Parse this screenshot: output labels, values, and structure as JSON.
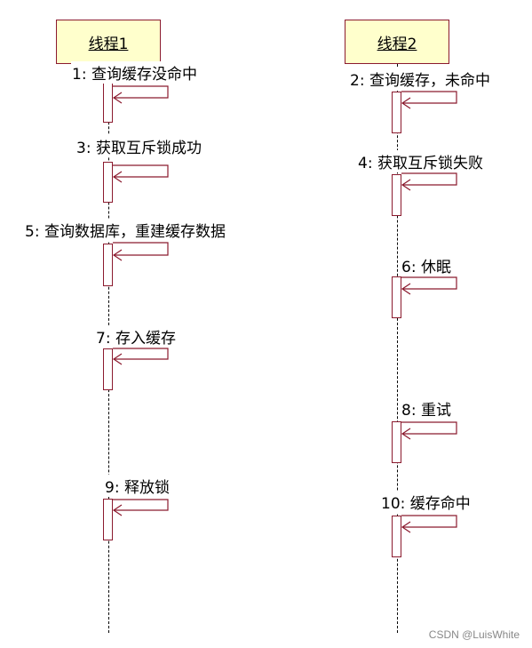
{
  "diagram": {
    "threads": [
      {
        "id": "t1",
        "title": "线程1"
      },
      {
        "id": "t2",
        "title": "线程2"
      }
    ],
    "messages": [
      {
        "thread": "t1",
        "label": "1: 查询缓存没命中"
      },
      {
        "thread": "t2",
        "label": "2: 查询缓存，未命中"
      },
      {
        "thread": "t1",
        "label": "3: 获取互斥锁成功"
      },
      {
        "thread": "t2",
        "label": "4: 获取互斥锁失败"
      },
      {
        "thread": "t1",
        "label": "5: 查询数据库，重建缓存数据"
      },
      {
        "thread": "t2",
        "label": "6: 休眠"
      },
      {
        "thread": "t1",
        "label": "7: 存入缓存"
      },
      {
        "thread": "t2",
        "label": "8: 重试"
      },
      {
        "thread": "t1",
        "label": "9: 释放锁"
      },
      {
        "thread": "t2",
        "label": "10: 缓存命中"
      }
    ],
    "colors": {
      "header_fill": "#ffffcc",
      "stroke": "#8b1a2e",
      "lifeline": "#000000"
    }
  },
  "watermark": "CSDN @LuisWhite"
}
